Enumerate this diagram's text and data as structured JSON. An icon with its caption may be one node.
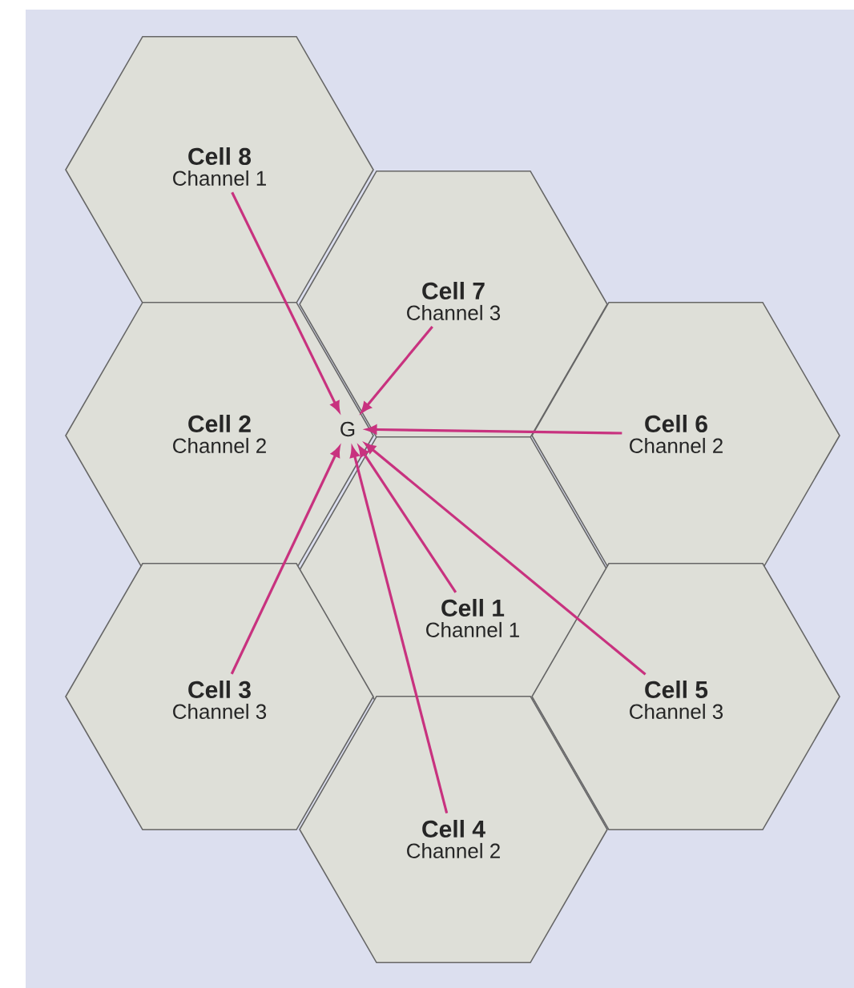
{
  "diagram": {
    "nodes": [
      {
        "text": [
          "Cell 8",
          "Channel 1"
        ]
      },
      {
        "text": [
          "Cell 7",
          "Channel 3"
        ]
      },
      {
        "text": [
          "Cell 2",
          "Channel 2"
        ]
      },
      {
        "text": [
          "G"
        ]
      },
      {
        "text": [
          "Cell 6",
          "Channel 2"
        ]
      },
      {
        "text": [
          "Cell 1",
          "Channel 1"
        ]
      },
      {
        "text": [
          "Cell 3",
          "Channel 3"
        ]
      },
      {
        "text": [
          "Cell 5",
          "Channel 3"
        ]
      },
      {
        "text": [
          "Cell 4",
          "Channel 2"
        ]
      }
    ],
    "edges": [
      {
        "from": 0,
        "to": 3,
        "arrow": "to"
      },
      {
        "from": 1,
        "to": 3,
        "arrow": "to"
      },
      {
        "from": 4,
        "to": 3,
        "arrow": "to"
      },
      {
        "from": 5,
        "to": 3,
        "arrow": "to"
      },
      {
        "from": 7,
        "to": 3,
        "arrow": "to"
      },
      {
        "from": 8,
        "to": 3,
        "arrow": "to"
      },
      {
        "from": 6,
        "to": 3,
        "arrow": "to"
      }
    ]
  }
}
